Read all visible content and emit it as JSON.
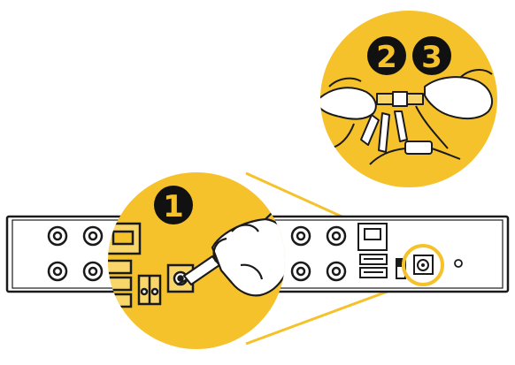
{
  "colors": {
    "accent_yellow": "#F5C22C",
    "accent_yellow_light": "#F8D66A",
    "line_black": "#1a1a1a",
    "badge_fill": "#111111",
    "badge_text": "#F5C22C",
    "panel_fill": "#ffffff"
  },
  "steps": [
    {
      "number": "1"
    },
    {
      "number": "2"
    },
    {
      "number": "3"
    }
  ],
  "icons": {
    "rear_panel": "dvr-rear-panel",
    "power_port": "dc-power-jack",
    "power_plug": "power-plug-in-hand",
    "cable_connector": "cable-connector-in-hands"
  }
}
